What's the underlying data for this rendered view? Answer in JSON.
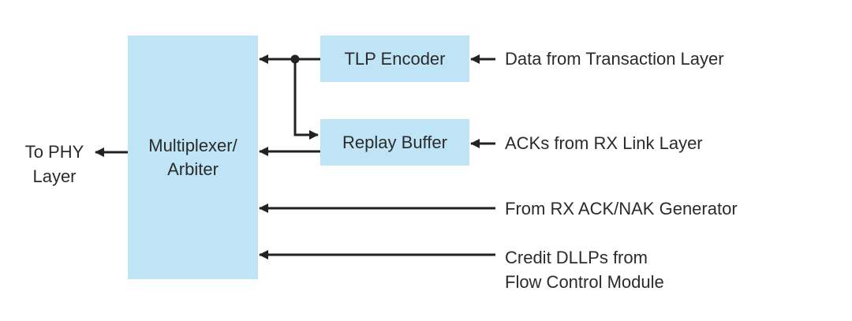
{
  "blocks": {
    "mux": "Multiplexer/\nArbiter",
    "tlp_encoder": "TLP Encoder",
    "replay_buffer": "Replay Buffer"
  },
  "inputs": {
    "data_from_transaction_layer": "Data from Transaction Layer",
    "acks_from_rx_link_layer": "ACKs from RX Link Layer",
    "from_rx_ack_nak_generator": "From RX ACK/NAK Generator",
    "credit_dllps": "Credit DLLPs from\nFlow Control Module"
  },
  "output": {
    "to_phy_layer": "To PHY\nLayer"
  },
  "colors": {
    "block_fill": "#bfe4f6",
    "line": "#222222",
    "text": "#2b2b2b"
  }
}
